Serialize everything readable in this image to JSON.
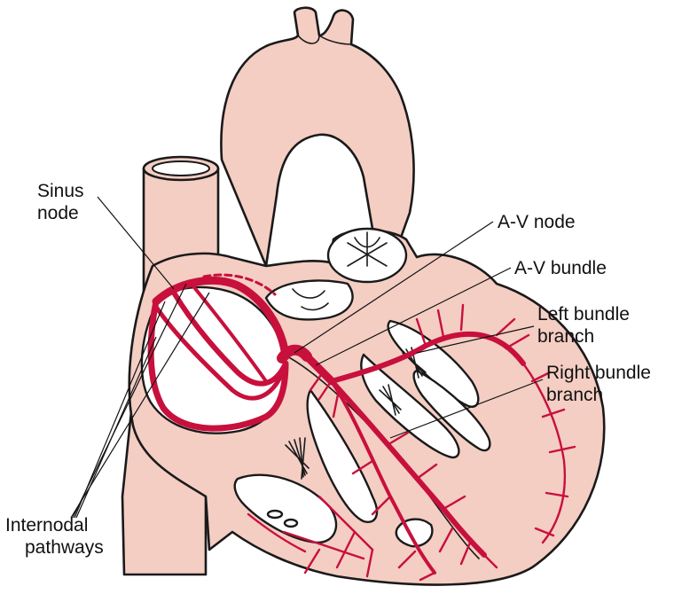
{
  "labels": {
    "sinus_node": [
      "Sinus",
      "node"
    ],
    "av_node": "A-V node",
    "av_bundle": "A-V bundle",
    "left_bundle_branch": [
      "Left bundle",
      "branch"
    ],
    "right_bundle_branch": [
      "Right bundle",
      "branch"
    ],
    "internodal_pathways": [
      "Internodal",
      "pathways"
    ]
  },
  "colors": {
    "tissue": "#f4cdc3",
    "conduction": "#c8103c",
    "outline": "#1a1a1a",
    "background": "#ffffff"
  }
}
